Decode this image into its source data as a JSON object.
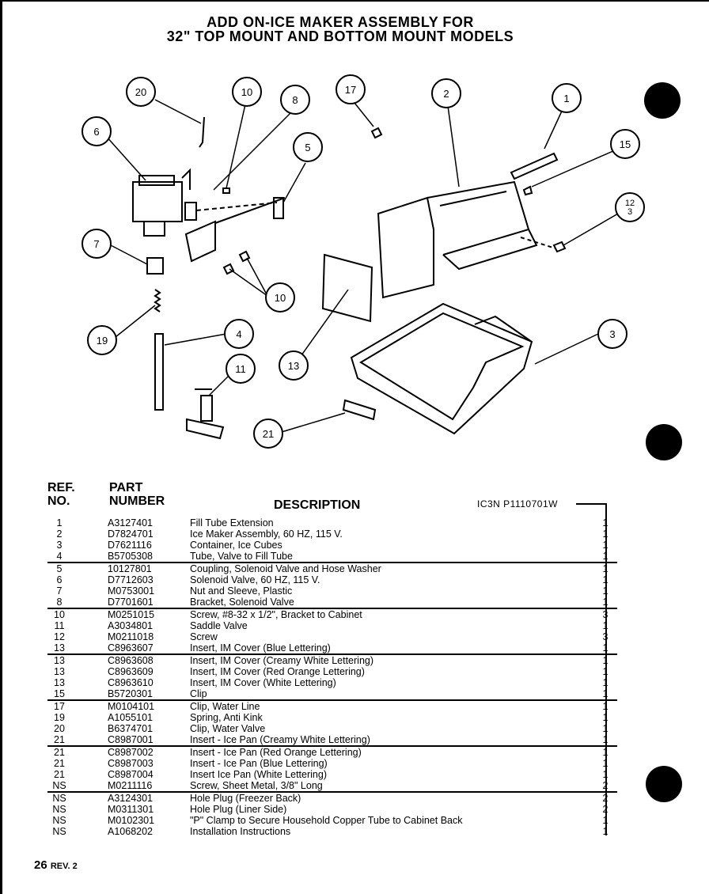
{
  "title": {
    "line1": "ADD ON-ICE MAKER ASSEMBLY FOR",
    "line2": "32\" TOP MOUNT AND BOTTOM MOUNT MODELS"
  },
  "callouts": [
    "20",
    "10",
    "8",
    "17",
    "2",
    "1",
    "6",
    "5",
    "15",
    "12\n3",
    "7",
    "10",
    "13",
    "3",
    "19",
    "4",
    "11",
    "21"
  ],
  "table": {
    "ref_header_1": "REF.",
    "ref_header_2": "NO.",
    "part_header_1": "PART",
    "part_header_2": "NUMBER",
    "desc_header": "DESCRIPTION",
    "icn": "IC3N P1110701W",
    "rows": [
      {
        "ref": "1",
        "part": "A3127401",
        "desc": "Fill Tube Extension",
        "qty": "1"
      },
      {
        "ref": "2",
        "part": "D7824701",
        "desc": "Ice Maker Assembly, 60 HZ, 115 V.",
        "qty": "1"
      },
      {
        "ref": "3",
        "part": "D7621116",
        "desc": "Container, Ice Cubes",
        "qty": "1"
      },
      {
        "ref": "4",
        "part": "B5705308",
        "desc": "Tube, Valve to Fill Tube",
        "qty": "1"
      },
      {
        "ref": "5",
        "part": "10127801",
        "desc": "Coupling, Solenoid Valve and Hose Washer",
        "qty": "1"
      },
      {
        "ref": "6",
        "part": "D7712603",
        "desc": "Solenoid Valve, 60 HZ, 115 V.",
        "qty": "1"
      },
      {
        "ref": "7",
        "part": "M0753001",
        "desc": "Nut and Sleeve, Plastic",
        "qty": "1"
      },
      {
        "ref": "8",
        "part": "D7701601",
        "desc": "Bracket, Solenoid Valve",
        "qty": "1"
      },
      {
        "ref": "10",
        "part": "M0251015",
        "desc": "Screw, #8-32 x 1/2\", Bracket to Cabinet",
        "qty": "3"
      },
      {
        "ref": "11",
        "part": "A3034801",
        "desc": "Saddle Valve",
        "qty": "1"
      },
      {
        "ref": "12",
        "part": "M0211018",
        "desc": "Screw",
        "qty": "3"
      },
      {
        "ref": "13",
        "part": "C8963607",
        "desc": "Insert, IM Cover (Blue Lettering)",
        "qty": "1"
      },
      {
        "ref": "13",
        "part": "C8963608",
        "desc": "Insert, IM Cover (Creamy White Lettering)",
        "qty": "1"
      },
      {
        "ref": "13",
        "part": "C8963609",
        "desc": "Insert, IM Cover (Red Orange Lettering)",
        "qty": "1"
      },
      {
        "ref": "13",
        "part": "C8963610",
        "desc": "Insert, IM Cover (White Lettering)",
        "qty": "1"
      },
      {
        "ref": "15",
        "part": "B5720301",
        "desc": "Clip",
        "qty": "1"
      },
      {
        "ref": "17",
        "part": "M0104101",
        "desc": "Clip, Water Line",
        "qty": "1"
      },
      {
        "ref": "19",
        "part": "A1055101",
        "desc": "Spring, Anti Kink",
        "qty": "1"
      },
      {
        "ref": "20",
        "part": "B6374701",
        "desc": "Clip, Water Valve",
        "qty": "1"
      },
      {
        "ref": "21",
        "part": "C8987001",
        "desc": "Insert - Ice Pan (Creamy White Lettering)",
        "qty": "1"
      },
      {
        "ref": "21",
        "part": "C8987002",
        "desc": "Insert - Ice Pan (Red Orange Lettering)",
        "qty": "1"
      },
      {
        "ref": "21",
        "part": "C8987003",
        "desc": "Insert - Ice Pan (Blue Lettering)",
        "qty": "1"
      },
      {
        "ref": "21",
        "part": "C8987004",
        "desc": "Insert Ice Pan (White Lettering)",
        "qty": "1"
      },
      {
        "ref": "NS",
        "part": "M0211116",
        "desc": "Screw, Sheet Metal, 3/8\" Long",
        "qty": "2"
      },
      {
        "ref": "NS",
        "part": "A3124301",
        "desc": "Hole Plug (Freezer Back)",
        "qty": "2"
      },
      {
        "ref": "NS",
        "part": "M0311301",
        "desc": "Hole Plug (Liner Side)",
        "qty": "2"
      },
      {
        "ref": "NS",
        "part": "M0102301",
        "desc": "\"P\" Clamp to Secure Household Copper Tube to Cabinet Back",
        "qty": "1"
      },
      {
        "ref": "NS",
        "part": "A1068202",
        "desc": "Installation Instructions",
        "qty": "1"
      }
    ]
  },
  "footer": {
    "page": "26",
    "rev": "REV. 2"
  }
}
